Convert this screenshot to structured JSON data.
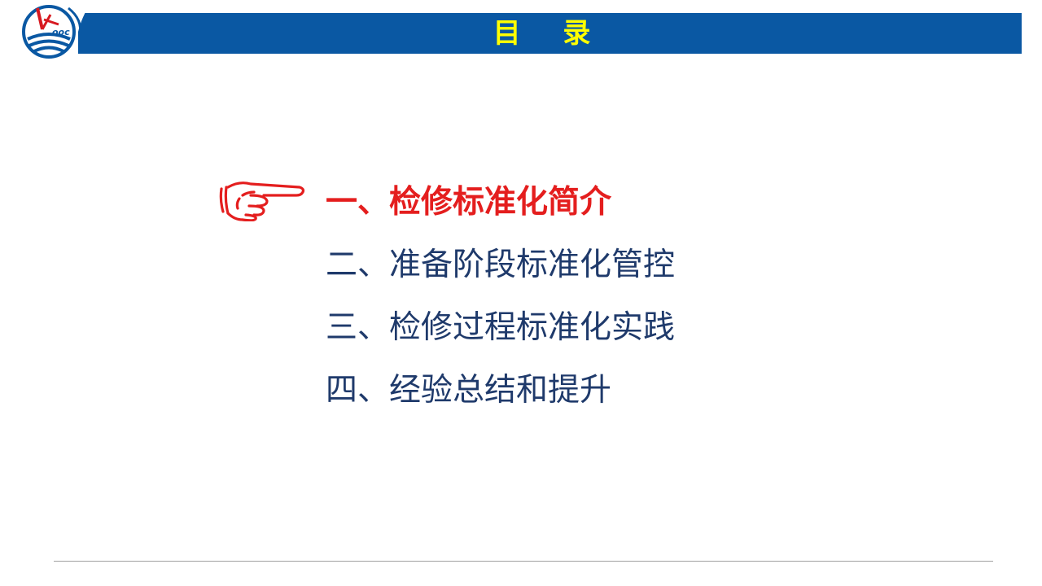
{
  "header": {
    "title": "目 录"
  },
  "toc": {
    "items": [
      {
        "label": "一、检修标准化简介",
        "active": true
      },
      {
        "label": "二、准备阶段标准化管控",
        "active": false
      },
      {
        "label": "三、检修过程标准化实践",
        "active": false
      },
      {
        "label": "四、经验总结和提升",
        "active": false
      }
    ]
  },
  "icons": {
    "logo": "cnooc-logo-icon",
    "pointer": "pointing-hand-icon"
  },
  "colors": {
    "header_bg": "#0a58a3",
    "header_text": "#ffff00",
    "active_text": "#e41e1e",
    "item_text": "#1f3a6b",
    "logo_blue": "#0a58a3",
    "logo_red": "#d71920"
  }
}
